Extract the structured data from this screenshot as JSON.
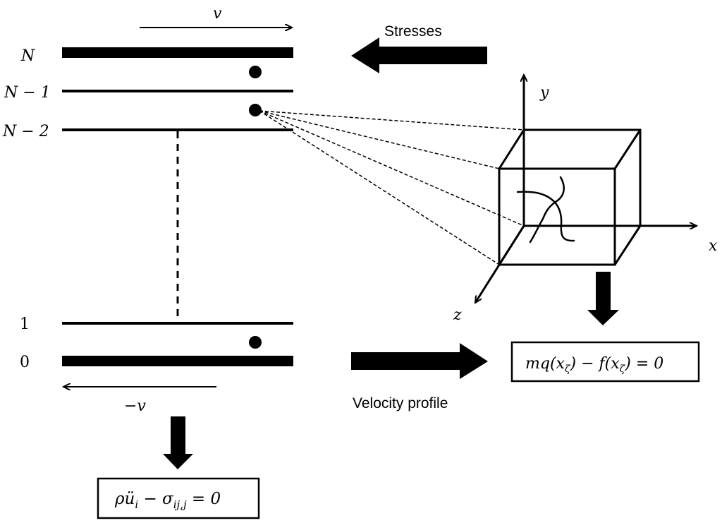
{
  "diagram": {
    "layer_labels": {
      "top": "N",
      "second": "N − 1",
      "third": "N − 2",
      "one": "1",
      "zero": "0"
    },
    "velocity_top_label": "v",
    "velocity_bottom_label": "−v",
    "stresses_label": "Stresses",
    "velocity_profile_label": "Velocity profile",
    "axes": {
      "x": "x",
      "y": "y",
      "z": "z"
    },
    "equation_continuum": {
      "rho_u": "ρü",
      "sub_i": "i",
      "minus_sigma": " − σ",
      "sub_ijj": "ij,j",
      "rhs": " = 0"
    },
    "equation_molecular": {
      "mq": "mq(x",
      "sub1": "ζ",
      "mid": ") − f(x",
      "sub2": "ζ",
      "rhs": ") = 0"
    }
  }
}
